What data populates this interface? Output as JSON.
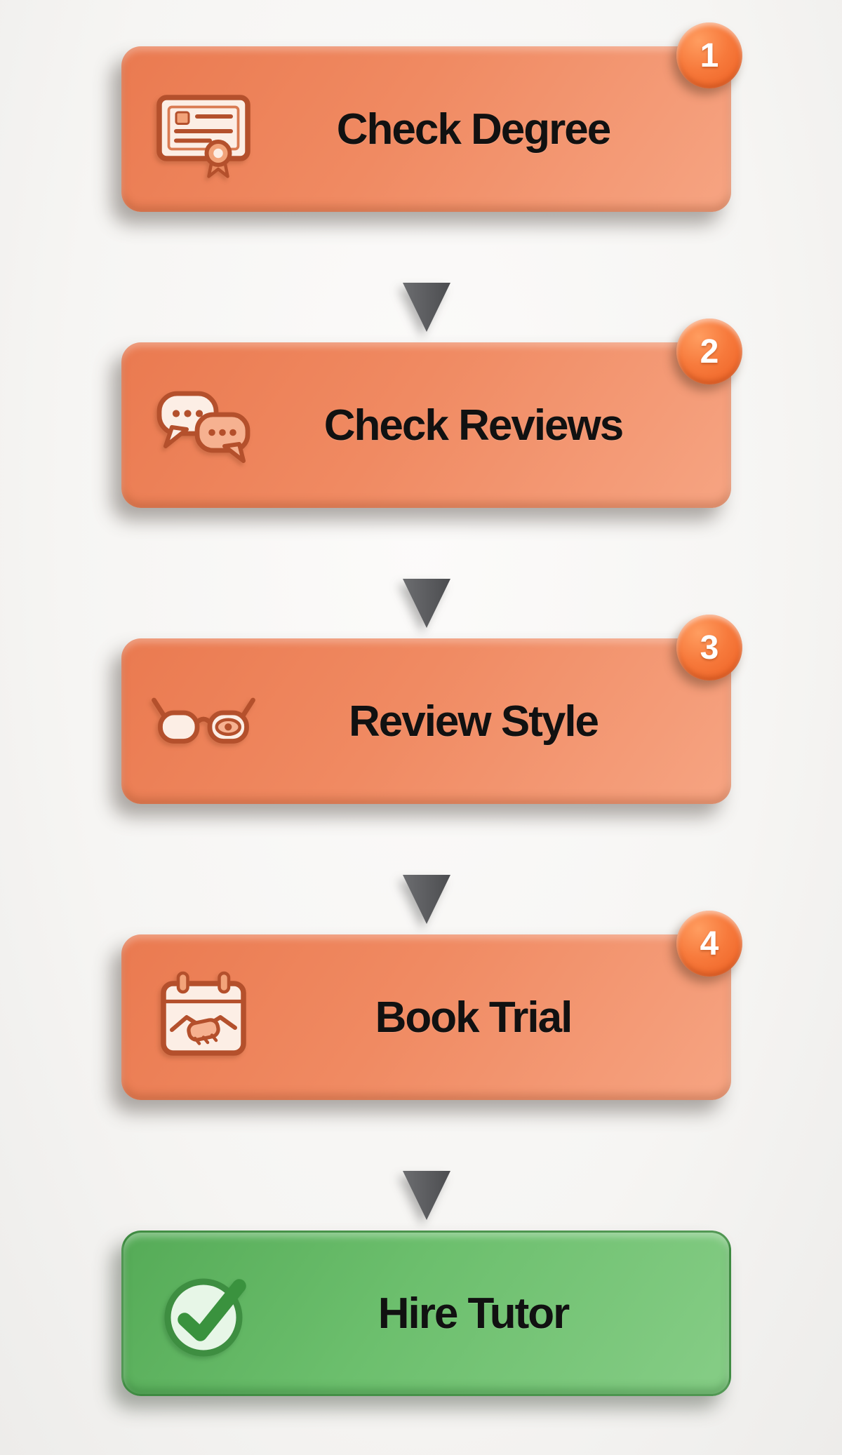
{
  "steps": [
    {
      "label": "Check Degree",
      "badge": "1",
      "icon": "certificate-icon",
      "variant": "primary"
    },
    {
      "label": "Check Reviews",
      "badge": "2",
      "icon": "chat-bubbles-icon",
      "variant": "primary"
    },
    {
      "label": "Review Style",
      "badge": "3",
      "icon": "glasses-eye-icon",
      "variant": "primary"
    },
    {
      "label": "Book Trial",
      "badge": "4",
      "icon": "calendar-handshake-icon",
      "variant": "primary"
    },
    {
      "label": "Hire Tutor",
      "badge": null,
      "icon": "checkmark-icon",
      "variant": "success"
    }
  ],
  "colors": {
    "step_box": "#f0825a",
    "step_box_light": "#f6a482",
    "badge": "#f26a2e",
    "success_box": "#6cbf6d",
    "arrow": "#5a5b5e",
    "label_text": "#111111",
    "icon_outline": "#b4502c",
    "icon_fill": "#fceee5"
  }
}
